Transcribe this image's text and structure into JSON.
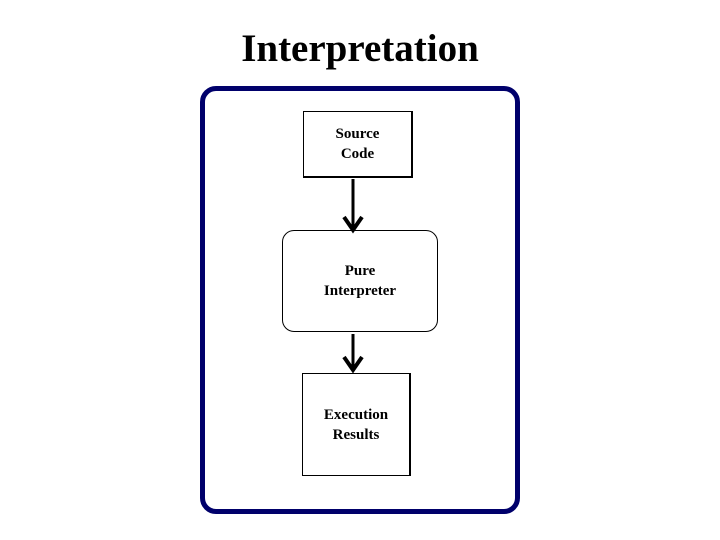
{
  "slide": {
    "title": "Interpretation"
  },
  "diagram": {
    "nodes": [
      {
        "id": "source-code",
        "line1": "Source",
        "line2": "Code",
        "shape": "rectangle"
      },
      {
        "id": "pure-interpreter",
        "line1": "Pure",
        "line2": "Interpreter",
        "shape": "rounded-rectangle"
      },
      {
        "id": "execution-results",
        "line1": "Execution",
        "line2": "Results",
        "shape": "rectangle"
      }
    ],
    "edges": [
      {
        "from": "source-code",
        "to": "pure-interpreter",
        "style": "arrow-down"
      },
      {
        "from": "pure-interpreter",
        "to": "execution-results",
        "style": "arrow-down"
      }
    ],
    "colors": {
      "frame_border": "#00006B",
      "node_border": "#000000",
      "node_fill": "#FFFFFF",
      "text": "#000000",
      "background": "#FFFFFF"
    }
  }
}
